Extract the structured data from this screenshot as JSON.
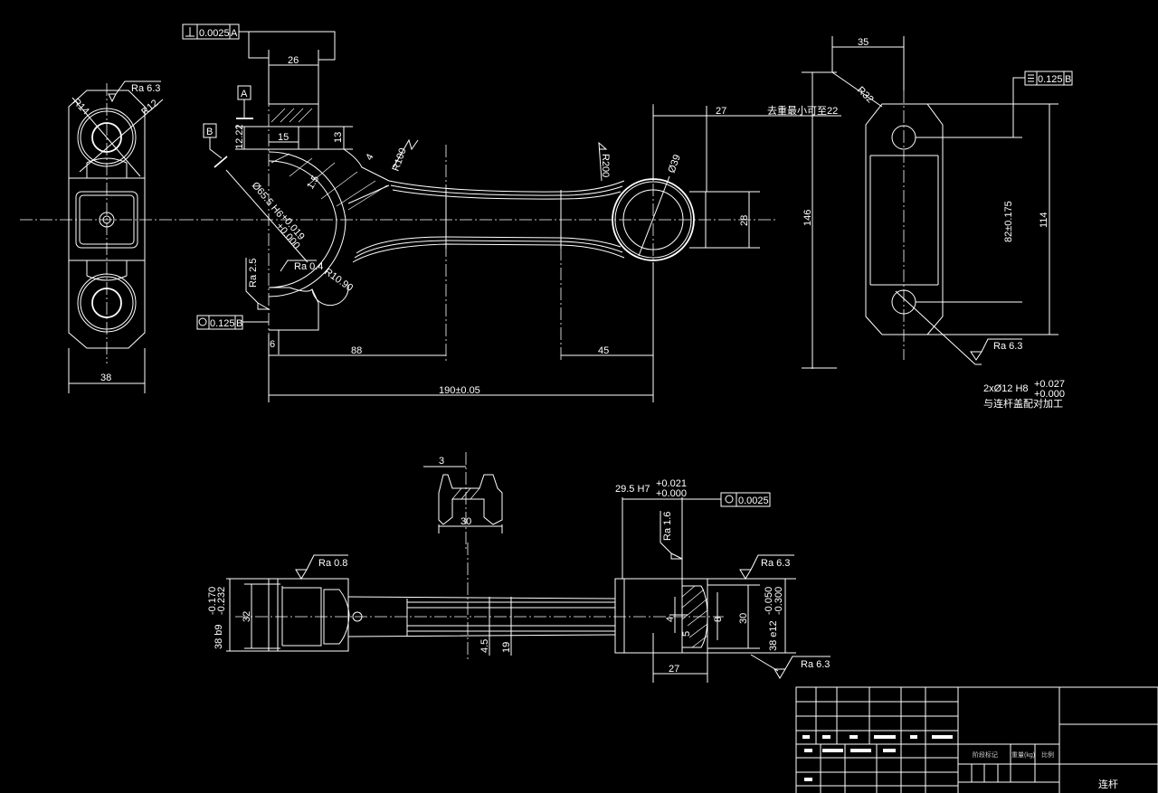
{
  "drawing": {
    "part_name": "连杆",
    "colors": {
      "background": "#000000",
      "lines": "#ffffff"
    }
  },
  "side_view": {
    "roughness": "Ra 6.3",
    "radius_outer": "R14",
    "radius_inner": "R12",
    "width": "38"
  },
  "front_view": {
    "perpendicularity_tol": "0.0025",
    "perpendicularity_datum": "A",
    "datum_a": "A",
    "datum_b": "B",
    "dim_26": "26",
    "dim_15": "15",
    "dim_12_22": "12.22",
    "dim_13": "13",
    "dim_4": "4",
    "dim_1_5": "1.5",
    "radius_100": "R100",
    "radius_200": "R200",
    "small_end_dia": "Ø39",
    "dim_27": "27",
    "note_weight": "去重最小可至22",
    "dim_28": "28",
    "dim_146": "146",
    "bore_dia": "Ø65.5 H6",
    "bore_tol_upper": "+0.019",
    "bore_tol_lower": "+0.000",
    "roughness_bore": "Ra 0.4",
    "radius_fillet": "R10.90",
    "roughness_face": "Ra 2.5",
    "position_tol": "0.125",
    "position_datum": "B",
    "dim_6": "6",
    "dim_88": "88",
    "dim_45": "45",
    "center_distance": "190±0.05"
  },
  "right_view": {
    "dim_35": "35",
    "radius_32": "R32",
    "flatness_tol": "0.125",
    "flatness_datum": "B",
    "hole_spacing": "82±0.175",
    "dim_114": "114",
    "roughness": "Ra 6.3",
    "hole_spec": "2xØ12 H8",
    "hole_tol_upper": "+0.027",
    "hole_tol_lower": "+0.000",
    "hole_note": "与连杆盖配对加工"
  },
  "section_view": {
    "web_thickness": "3",
    "flange_width": "30"
  },
  "bottom_view": {
    "small_bore": "29.5 H7",
    "small_bore_tol_upper": "+0.021",
    "small_bore_tol_lower": "+0.000",
    "cylindricity_tol": "0.0025",
    "roughness_bore": "Ra 1.6",
    "roughness_big": "Ra 0.8",
    "roughness_top": "Ra 6.3",
    "roughness_bottom": "Ra 6.3",
    "big_width": "38 b9",
    "big_width_tol_upper": "-0.170",
    "big_width_tol_lower": "-0.232",
    "dim_32": "32",
    "dim_4_5": "4.5",
    "dim_19": "19",
    "dim_4": "4",
    "dim_5": "5",
    "dim_8": "8",
    "dim_30": "30",
    "small_width": "38 e12",
    "small_width_tol_upper": "-0.050",
    "small_width_tol_lower": "-0.300",
    "dim_27": "27"
  },
  "title_block": {
    "stage_mark_label": "阶段标记",
    "weight_label": "重量(kg)",
    "scale_label": "比例",
    "part_name": "连杆"
  }
}
